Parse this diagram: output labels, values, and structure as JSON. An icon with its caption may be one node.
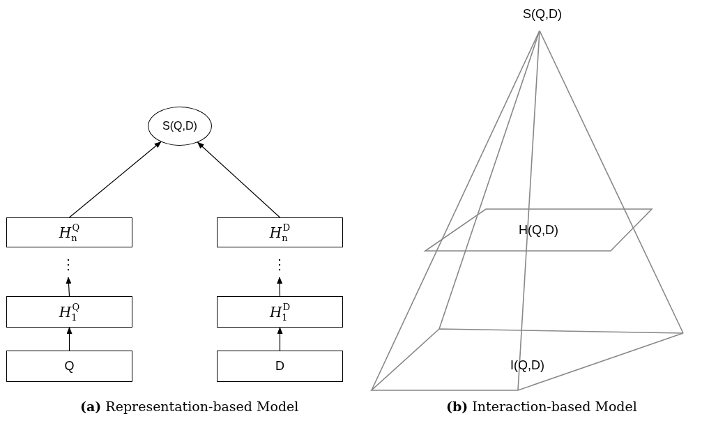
{
  "diagram": {
    "nodes": [
      {
        "text": [
          "S(Q,D)"
        ]
      },
      {
        "text": [
          "*H*$_{n}$$^{Q}$"
        ]
      },
      {
        "text": [
          "⋮"
        ]
      },
      {
        "text": [
          "*H*$_{1}$$^{Q}$"
        ]
      },
      {
        "text": [
          "Q"
        ]
      },
      {
        "text": [
          "*H*$_{n}$$^{D}$"
        ]
      },
      {
        "text": [
          "⋮"
        ]
      },
      {
        "text": [
          "*H*$_{1}$$^{D}$"
        ]
      },
      {
        "text": [
          "D"
        ]
      },
      {
        "text": [
          "H(Q,D)"
        ]
      },
      {
        "text": [
          "I(Q,D)"
        ]
      }
    ],
    "edges": [
      {
        "from": 1,
        "to": 0,
        "arrow": "to"
      },
      {
        "from": 5,
        "to": 0,
        "arrow": "to"
      },
      {
        "from": 3,
        "to": 2,
        "arrow": "to"
      },
      {
        "from": 4,
        "to": 3,
        "arrow": "to"
      },
      {
        "from": 7,
        "to": 6,
        "arrow": "to"
      },
      {
        "from": 8,
        "to": 7,
        "arrow": "to"
      }
    ],
    "labels": [
      "S(Q,D)",
      "**(a)** Representation-based Model",
      "**(b)** Interaction-based Model"
    ]
  }
}
